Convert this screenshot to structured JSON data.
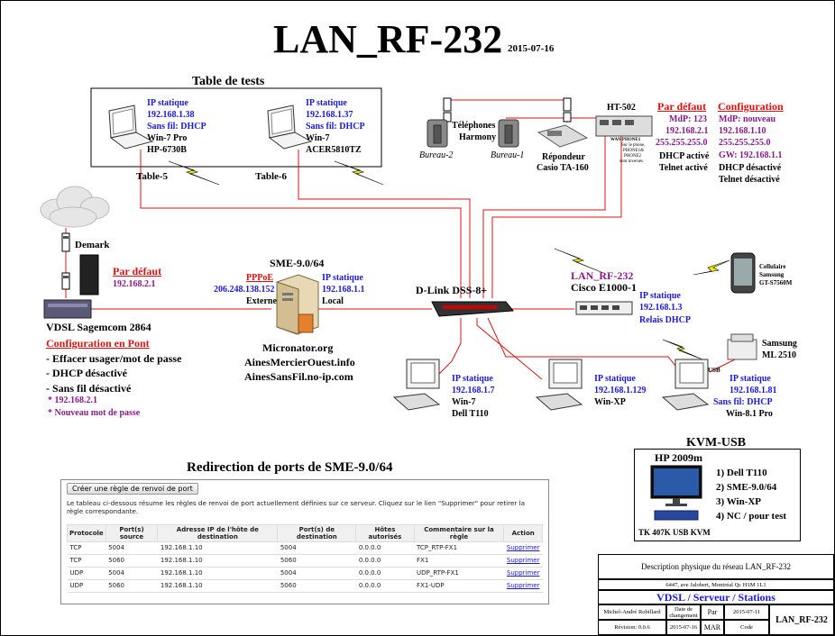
{
  "title": "LAN_RF-232",
  "date": "2015-07-16",
  "test_table": {
    "heading": "Table de tests",
    "pc1": {
      "line1": "IP statique",
      "line2": "192.168.1.38",
      "line3": "Sans fil: DHCP",
      "line4": "Win-7 Pro",
      "line5": "HP-6730B",
      "label": "Table-5"
    },
    "pc2": {
      "line1": "IP statique",
      "line2": "192.168.1.37",
      "line3": "Sans fil: DHCP",
      "line4": "Win-7",
      "line5": "ACER5810TZ",
      "label": "Table-6"
    }
  },
  "phones": {
    "name1": "Téléphones",
    "name2": "Harmony",
    "phone1": "Bureau-2",
    "phone2": "Bureau-1"
  },
  "answering": {
    "line1": "Répondeur",
    "line2": "Casio TA-160"
  },
  "ht502": {
    "name": "HT-502",
    "ports": "WAN  PHONE1",
    "note1": "Sur le phone,",
    "note2": "PHONE1&",
    "note3": "PHONE2",
    "note4": "sont inversés"
  },
  "default_cfg": {
    "heading": "Par défaut",
    "mdp": "MdP: 123",
    "ip": "192.168.2.1",
    "mask": "255.255.255.0",
    "dhcp": "DHCP activé",
    "telnet": "Telnet activé"
  },
  "config": {
    "heading": "Configuration",
    "mdp": "MdP: nouveau",
    "ip": "192.168.1.10",
    "mask": "255.255.255.0",
    "gw": "GW: 192.168.1.1",
    "dhcp": "DHCP désactivé",
    "telnet": "Telnet désactivé"
  },
  "demark": "Demark",
  "modem": {
    "default_heading": "Par défaut",
    "default_ip": "192.168.2.1",
    "name": "VDSL Sagemcom 2864",
    "bridge_heading": "Configuration en Pont",
    "item1": "- Effacer usager/mot de passe",
    "item2": "- DHCP désactivé",
    "item3": "- Sans fil désactivé",
    "note1": "* 192.168.2.1",
    "note2": "* Nouveau mot de passe"
  },
  "server": {
    "name": "SME-9.0/64",
    "pppoe": "PPPoE",
    "ext_ip": "206.248.138.152",
    "ext_label": "Externe",
    "int_label1": "IP statique",
    "int_ip": "192.168.1.1",
    "int_label2": "Local",
    "host1": "Micronator.org",
    "host2": "AinesMercierOuest.info",
    "host3": "AinesSansFil.no-ip.com"
  },
  "switch": {
    "name": "D-Link DSS-8+"
  },
  "router": {
    "name1": "LAN_RF-232",
    "name2": "Cisco E1000-1",
    "line1": "IP statique",
    "line2": "192.168.1.3",
    "line3": "Relais DHCP"
  },
  "cell": {
    "line1": "Cellulaire",
    "line2": "Samsung",
    "line3": "GT-S7560M"
  },
  "printer": {
    "line1": "Samsung",
    "line2": "ML 2510"
  },
  "station1": {
    "line1": "IP statique",
    "line2": "192.168.1.7",
    "line3": "Win-7",
    "line4": "Dell T110"
  },
  "station2": {
    "line1": "IP statique",
    "line2": "192.168.1.129",
    "line3": "Win-XP"
  },
  "station3": {
    "usb": "USB",
    "line1": "IP statique",
    "line2": "192.168.1.81",
    "line3": "Sans fil: DHCP",
    "line4": "Win-8.1 Pro"
  },
  "redirect": {
    "heading": "Redirection de ports de SME-9.0/64",
    "button": "Créer une règle de renvoi de port",
    "description": "Le tableau ci-dessous résume les règles de renvoi de port actuellement définies sur ce serveur. Cliquez sur le lien \"Supprimer\" pour retirer la règle correspondante.",
    "columns": [
      "Protocole",
      "Port(s) source",
      "Adresse IP de l'hôte de destination",
      "Port(s) de destination",
      "Hôtes autorisés",
      "Commentaire sur la règle",
      "Action"
    ],
    "rows": [
      [
        "TCP",
        "5004",
        "192.168.1.10",
        "5004",
        "0.0.0.0",
        "TCP_RTP-FX1",
        "Supprimer"
      ],
      [
        "TCP",
        "5060",
        "192.168.1.10",
        "5060",
        "0.0.0.0",
        "FX1",
        "Supprimer"
      ],
      [
        "UDP",
        "5004",
        "192.168.1.10",
        "5004",
        "0.0.0.0",
        "UDP_RTP-FX1",
        "Supprimer"
      ],
      [
        "UDP",
        "5060",
        "192.168.1.10",
        "5060",
        "0.0.0.0",
        "FX1-UDP",
        "Supprimer"
      ]
    ]
  },
  "kvm": {
    "heading": "KVM-USB",
    "monitor": "HP 2009m",
    "opt1": "1) Dell T110",
    "opt2": "2) SME-9.0/64",
    "opt3": "3) Win-XP",
    "opt4": "4) NC / pour test",
    "switch": "TK 407K USB KVM"
  },
  "titleblock": {
    "description": "Description physique du réseau LAN_RF-232",
    "address": "6447, ave Jalobert, Montréal Qc H1M 1L1",
    "subtitle": "VDSL / Serveur / Stations",
    "author": "Michel-André Robillard",
    "change_label": "Date de changement",
    "par": "Par",
    "date1": "2015-07-11",
    "revision": "Révision: 0.0.6",
    "date2": "2015-07-16",
    "mar": "MAR",
    "code": "Code",
    "code_value": "LAN_RF-232"
  },
  "colors": {
    "cable": "#e01010",
    "blue_text": "#1a1ad8",
    "red_text": "#e01010",
    "purple_text": "#8a1a8a",
    "bolt": "#e8e800"
  }
}
